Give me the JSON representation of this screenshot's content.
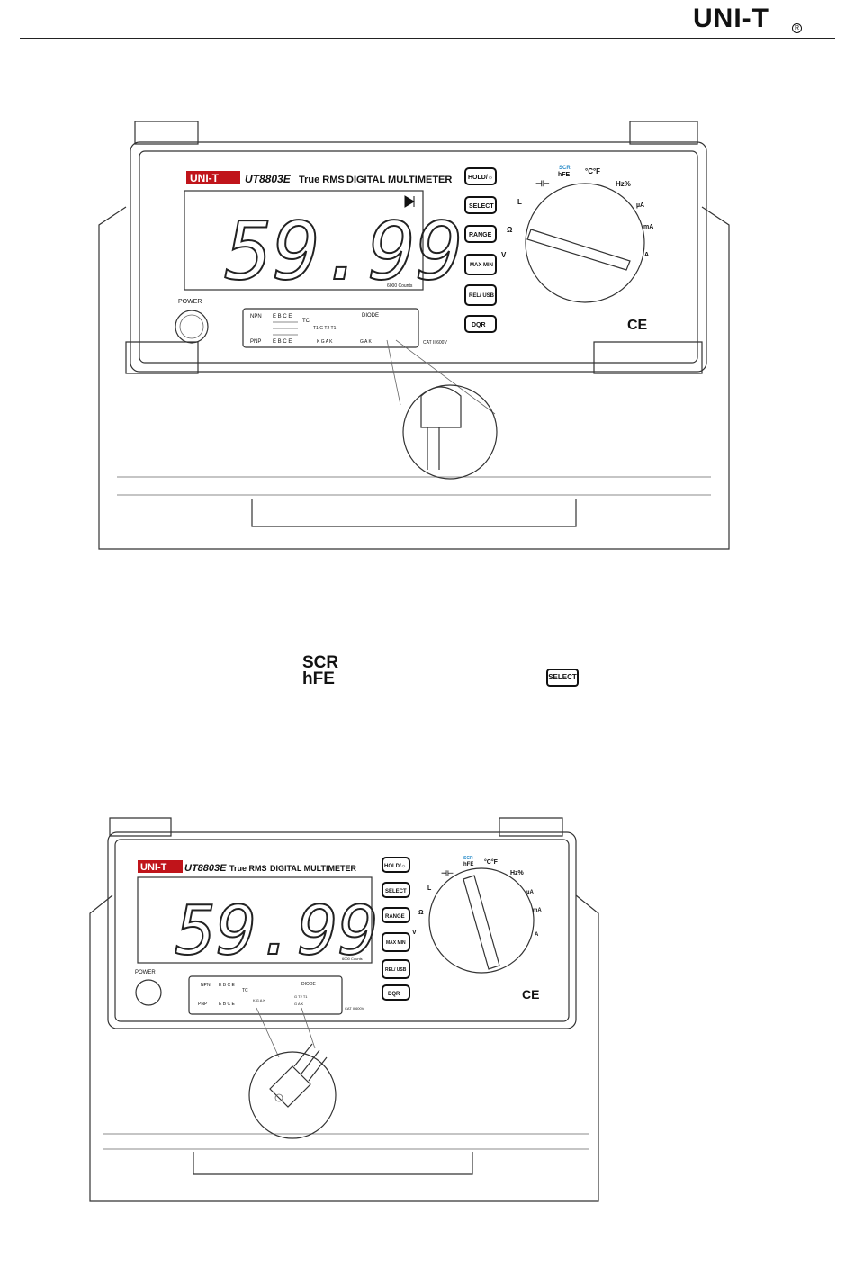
{
  "header": {
    "brand": "UNI-T",
    "reg_mark": "R"
  },
  "meter": {
    "brand": "UNI-T",
    "model": "UT8803E",
    "title_left": "True RMS",
    "title_right": "DIGITAL MULTIMETER",
    "display_value": "59.99",
    "counts": "6000 Counts",
    "power_label": "POWER",
    "buttons": [
      "HOLD/☼",
      "SELECT",
      "RANGE",
      "MAX MIN",
      "REL/ USB",
      "DQR"
    ],
    "dial_labels": {
      "cap": "⊣⊢",
      "scr": "SCR",
      "hfe": "hFE",
      "temp": "°C°F",
      "hz": "Hz%",
      "ua": "µA",
      "ma": "mA",
      "a": "A",
      "v": "V",
      "ohm": "Ω",
      "l": "L"
    },
    "socket": {
      "npn": "NPN",
      "pnp": "PNP",
      "ebce": "E B C E",
      "tc": "TC",
      "diode": "DIODE",
      "scr_pins": "T1 G T2 T1",
      "kgak": "K G A K",
      "g_t2_t1": "G  T2  T1",
      "gak": "G  A  K"
    },
    "cat_label": "CAT II 600V",
    "ce_mark": "CE"
  },
  "inline": {
    "scr_top": "SCR",
    "scr_bottom": "hFE",
    "select_label": "SELECT"
  }
}
